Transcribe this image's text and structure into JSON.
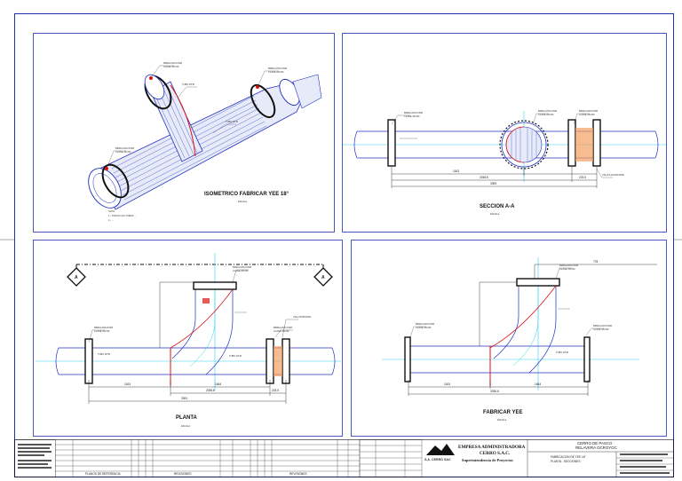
{
  "views": {
    "iso": {
      "title": "ISOMETRICO FABRICAR YEE 18°",
      "scale": "ESCALA",
      "notes_title": "NOTA:",
      "note1": "1.- TODOS LOS TUBOS ...",
      "note2": "2.- ..."
    },
    "section": {
      "title": "SECCION A-A",
      "scale": "ESCALA",
      "dims": {
        "d1": "1163",
        "d2": "2036.6",
        "d3": "223.5",
        "d4": "3399"
      }
    },
    "plan": {
      "title": "PLANTA",
      "scale": "ESCALA",
      "marker": "A",
      "dims": {
        "d1": "1163",
        "d2": "1464",
        "d3": "2036.6",
        "d4": "223.5",
        "d5": "3391"
      }
    },
    "yee": {
      "title": "FABRICAR YEE",
      "scale": "ESCALA",
      "dims": {
        "d1": "1163",
        "d2": "1464",
        "d3": "2036.6",
        "top": "778"
      }
    }
  },
  "title_block": {
    "company_line1": "EMPRESA ADMINISTRADORA",
    "company_line2": "CERRO S.A.C.",
    "department": "Superintendencia de Proyectos",
    "logo_text": "S.A. CERRO SAC",
    "project_line1": "CERRO DE PASCO",
    "project_line2": "RELAVERA OCROYOC",
    "drawing_line1": "FABRICACION DE YEE 18°",
    "drawing_line2": "PLANTA - SECCIONES",
    "ref_label": "PLANOS DE REFERENCIA",
    "rev_label": "REVISIONES"
  },
  "colors": {
    "frame": "#1f2fb0",
    "pipe": "#2030c0",
    "red": "#d11",
    "cyan": "#2bd6e8",
    "orange": "#f3a061"
  }
}
